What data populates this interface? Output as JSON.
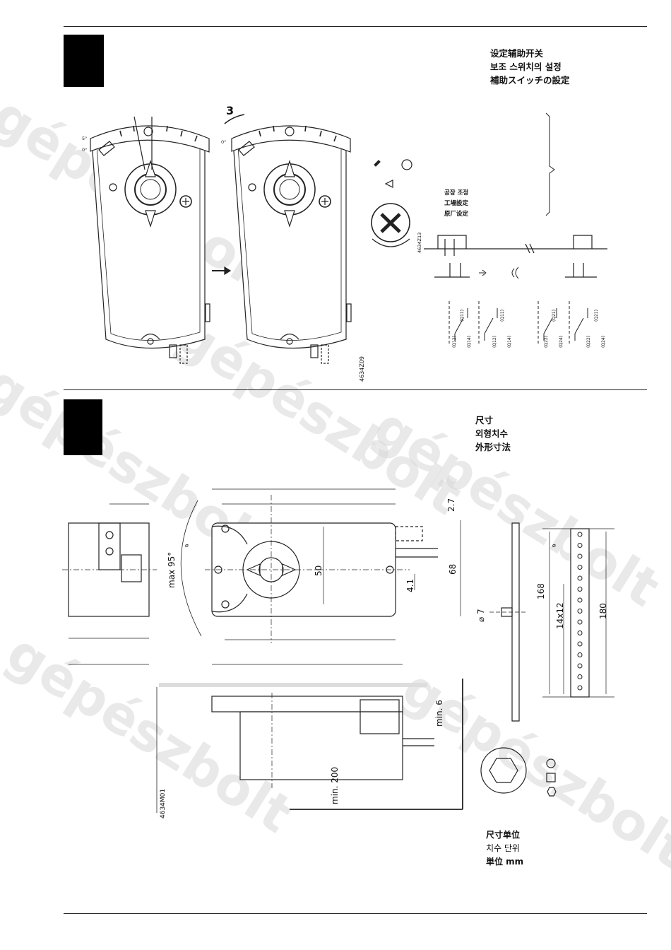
{
  "section1": {
    "lines": [
      "设定辅助开关",
      "보조 스위치의 설정",
      "補助スイッチの設定"
    ],
    "step": "3",
    "factory_lines": [
      "공장 조정",
      "工場設定",
      "原厂设定"
    ],
    "drawing_code_a": "4634Z09",
    "drawing_code_b": "4634Z13",
    "scale_labels": [
      "5°",
      "0°"
    ],
    "switch_labels": [
      [
        "(Q11)",
        "(Q12)",
        "(Q14)"
      ],
      [
        "(Q11)",
        "(Q12)",
        "(Q14)"
      ],
      [
        "(Q21)",
        "(Q22)",
        "(Q24)"
      ],
      [
        "(Q21)",
        "(Q22)",
        "(Q24)"
      ]
    ]
  },
  "section2": {
    "lines": [
      "尺寸",
      "외형치수",
      "外形寸法"
    ],
    "drawing_code": "4634M01",
    "dimensions": {
      "d27": "2.7",
      "d50": "50",
      "d68": "68",
      "d41": "4.1",
      "max95": "max 95°",
      "phi7": "⌀ 7",
      "min6": "min. 6",
      "min200": "min. 200",
      "d168": "168",
      "d14x12": "14x12",
      "d180": "180",
      "phi": "⌀"
    },
    "units_lines": [
      "尺寸单位",
      "치수 단위",
      "単位 mm"
    ]
  },
  "watermark": "gépészbolt"
}
